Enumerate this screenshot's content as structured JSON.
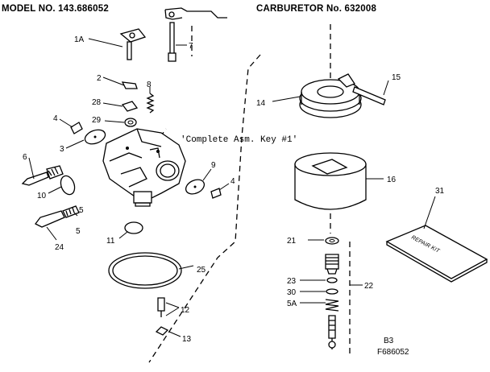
{
  "header": {
    "model": "MODEL NO. 143.686052",
    "carburetor": "CARBURETOR  No. 632008"
  },
  "note": "'Complete Asm. Key #1'",
  "repair_kit_text": "REPAIR KIT",
  "callouts": {
    "c1A": "1A",
    "c7": "7",
    "c2": "2",
    "c8": "8",
    "c28": "28",
    "c29": "29",
    "c4a": "4",
    "c3": "3",
    "c6": "6",
    "c10": "10",
    "c5a": "5",
    "c24": "24",
    "c5b": "5",
    "c11": "11",
    "c9": "9",
    "c4b": "4",
    "c25": "25",
    "c12": "12",
    "c13": "13",
    "c14": "14",
    "c15": "15",
    "c16": "16",
    "c31": "31",
    "c21": "21",
    "c23": "23",
    "c30": "30",
    "c5c": "5A",
    "c22": "22"
  },
  "footer": {
    "code": "B3",
    "part": "F686052"
  }
}
